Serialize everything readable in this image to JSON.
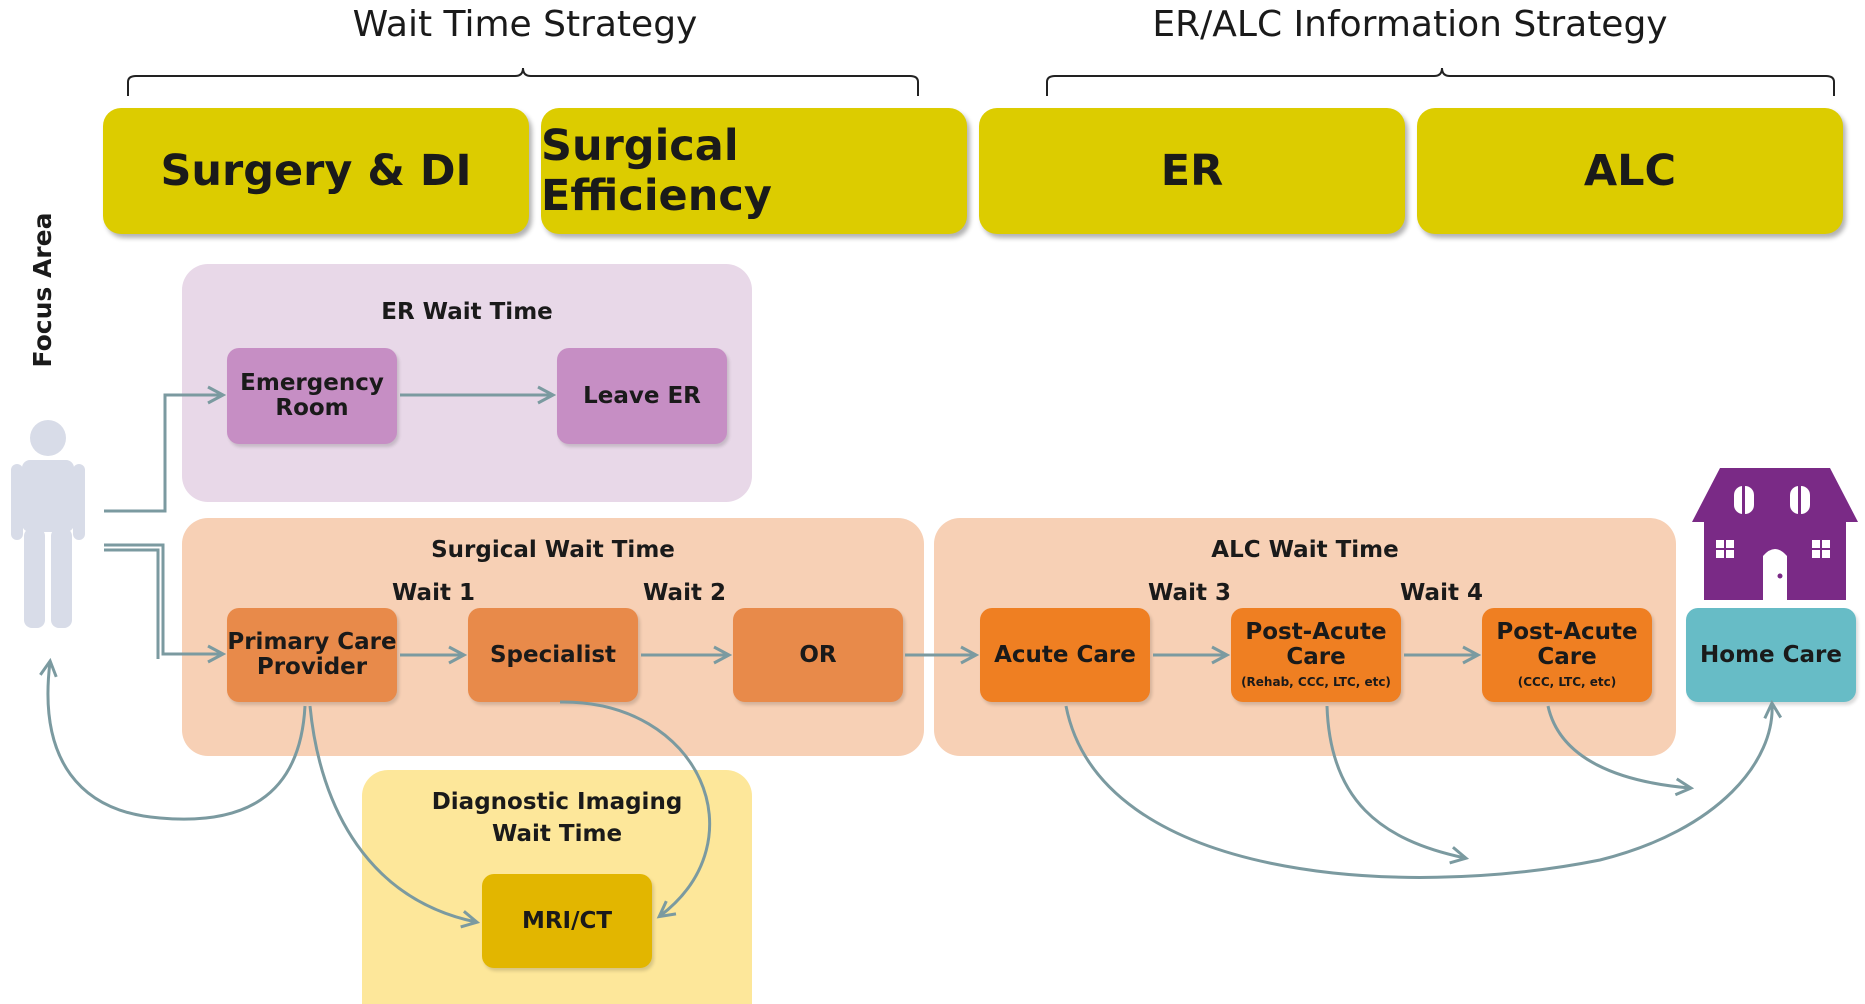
{
  "strategies": {
    "wait_time": "Wait Time Strategy",
    "er_alc": "ER/ALC Information Strategy"
  },
  "focus_area_label": "Focus Area",
  "focus_areas": [
    "Surgery & DI",
    "Surgical Efficiency",
    "ER",
    "ALC"
  ],
  "panels": {
    "er": {
      "title": "ER Wait Time"
    },
    "surgical": {
      "title": "Surgical Wait Time"
    },
    "alc": {
      "title": "ALC Wait Time"
    },
    "di": {
      "title_line1": "Diagnostic Imaging",
      "title_line2": "Wait Time"
    }
  },
  "nodes": {
    "emergency_room_l1": "Emergency",
    "emergency_room_l2": "Room",
    "leave_er": "Leave ER",
    "primary_care_l1": "Primary Care",
    "primary_care_l2": "Provider",
    "specialist": "Specialist",
    "or": "OR",
    "acute_care": "Acute Care",
    "post_acute_1_l1": "Post-Acute",
    "post_acute_1_l2": "Care",
    "post_acute_1_sub": "(Rehab, CCC, LTC, etc)",
    "post_acute_2_l1": "Post-Acute",
    "post_acute_2_l2": "Care",
    "post_acute_2_sub": "(CCC, LTC, etc)",
    "home_care": "Home Care",
    "mri_ct": "MRI/CT"
  },
  "waits": [
    "Wait 1",
    "Wait 2",
    "Wait 3",
    "Wait 4"
  ],
  "colors": {
    "focus": "#dccc00",
    "er_panel": "#e8d8e8",
    "purple_node": "#c68ec4",
    "surgical_panel": "#f7d0b5",
    "orange_node": "#e88a4a",
    "orange_node_alc": "#ef7f22",
    "di_panel": "#fde79a",
    "di_node": "#e2b600",
    "home_care": "#67bcc6",
    "house": "#7a2a86",
    "arrow": "#7b9aa0",
    "person": "#d8dce8"
  },
  "icons": [
    "person-icon",
    "house-icon"
  ]
}
